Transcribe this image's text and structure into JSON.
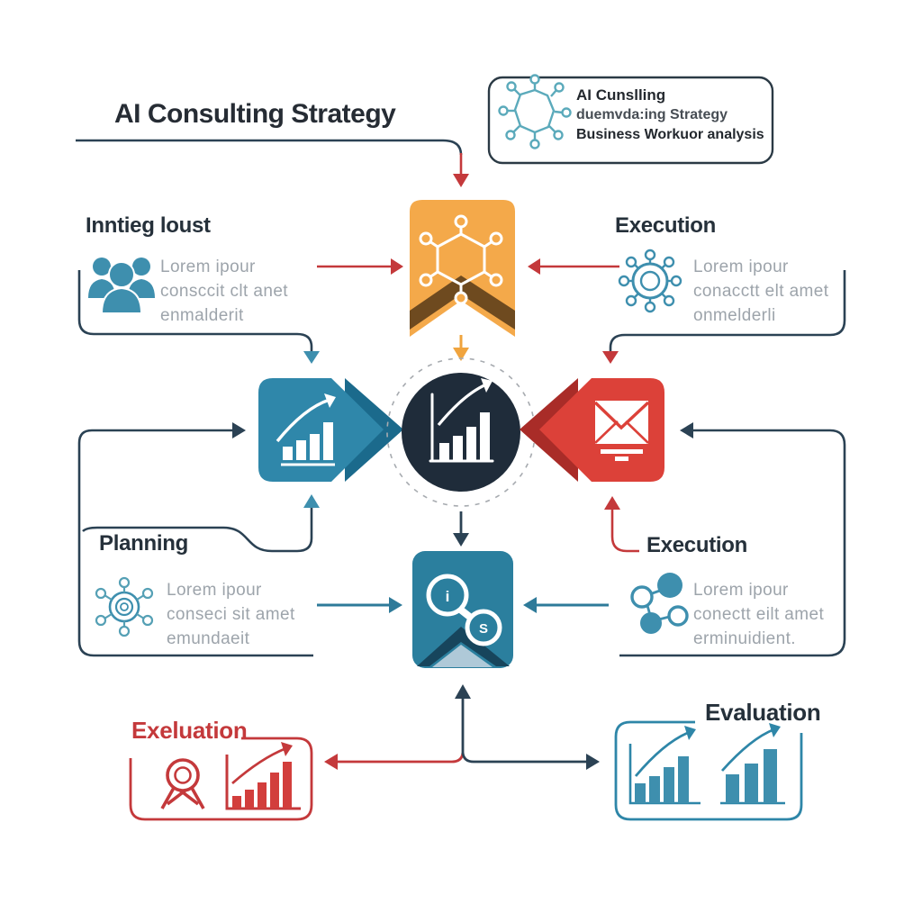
{
  "title": "AI Consulting Strategy",
  "legend_box": {
    "line1": "AI Cunslling",
    "line2": "duemvda:ing Strategy",
    "line3": "Business Workuor analysis"
  },
  "sections": {
    "intake": {
      "heading": "Inntieg loust",
      "line1": "Lorem ipour",
      "line2": "consccit clt anet",
      "line3": "enmalderit"
    },
    "execution_top": {
      "heading": "Execution",
      "line1": "Lorem ipour",
      "line2": "conacctt elt amet",
      "line3": "onmelderli"
    },
    "planning": {
      "heading": "Planning",
      "line1": "Lorem ipour",
      "line2": "conseci sit amet",
      "line3": "emundaeit"
    },
    "execution_bottom": {
      "heading": "Execution",
      "line1": "Lorem ipour",
      "line2": "conectt eilt amet",
      "line3": "erminuidient."
    },
    "evaluation_left": {
      "heading": "Exeluation"
    },
    "evaluation_right": {
      "heading": "Evaluation"
    }
  },
  "center_link_icon": {
    "glyph_top": "i",
    "glyph_bottom": "S"
  },
  "icons": {
    "legend": "molecule-hexagon-icon",
    "intake": "team-people-icon",
    "execution_top": "gear-network-icon",
    "planning": "network-hub-icon",
    "execution_bottom": "share-nodes-icon",
    "orange_bookmark": "molecule-hexagon-icon",
    "blue_arrow_shape": "bar-chart-growth-icon",
    "center_circle": "bar-chart-growth-icon",
    "red_arrow_shape": "email-monitor-icon",
    "teal_bookmark": "link-nodes-icon",
    "evaluation_left": "magnifier-ribbon-icon, bar-chart-rising-icon",
    "evaluation_right": "bar-chart-rising-icon, bar-chart-rising-icon"
  },
  "colors": {
    "navy_line": "#2b4254",
    "red_line": "#c4393b",
    "teal": "#3e8fae",
    "blue_shape": "#2f87aa",
    "blue_shape_dark": "#1b6a8c",
    "red_shape": "#dc4139",
    "red_shape_dark": "#a92c28",
    "orange": "#f4a94a",
    "brown": "#6e4a1f",
    "dark_circle": "#1f2c3a",
    "teal_bookmark": "#2b7f9e",
    "teal_bookmark_dark": "#17455c",
    "gray_text": "#9da4ab",
    "heading_text": "#25303a"
  }
}
